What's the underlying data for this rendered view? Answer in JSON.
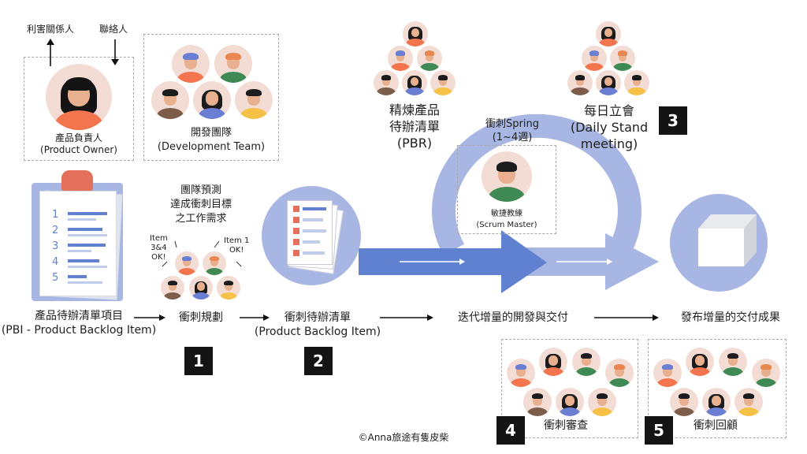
{
  "product_owner": {
    "stakeholder_label": "利害關係人",
    "contact_label": "聯絡人",
    "name_zh": "產品負責人",
    "name_en": "(Product Owner)"
  },
  "dev_team": {
    "name_zh": "開發團隊",
    "name_en": "(Development Team)"
  },
  "backlog_item": {
    "list_numbers": [
      "1",
      "2",
      "3",
      "4",
      "5"
    ],
    "label_zh": "產品待辦清單項目",
    "label_en": "(PBI - Product Backlog Item)"
  },
  "sprint_planning": {
    "forecast_lines": [
      "團隊預測",
      "達成衝刺目標",
      "之工作需求"
    ],
    "bubble_left_lines": [
      "Item",
      "3&4",
      "OK!"
    ],
    "bubble_right_lines": [
      "Item 1",
      "OK!"
    ],
    "label": "衝刺規劃",
    "step": "1"
  },
  "sprint_backlog": {
    "label_zh": "衝刺待辦清單",
    "label_en": "(Product Backlog Item)",
    "step": "2"
  },
  "refinement": {
    "lines": [
      "精煉產品",
      "待辦清單",
      "(PBR)"
    ]
  },
  "sprint": {
    "label": "衝刺Spring",
    "duration": "(1~4週)"
  },
  "scrum_master": {
    "name_zh": "敏捷教練",
    "name_en": "(Scrum Master)"
  },
  "daily_standup": {
    "lines": [
      "每日立會",
      "(Daily Stand",
      "meeting)"
    ],
    "step": "3"
  },
  "iterative_dev": {
    "label": "迭代增量的開發與交付"
  },
  "increment": {
    "label": "發布增量的交付成果"
  },
  "sprint_review": {
    "label": "衝刺審查",
    "step": "4"
  },
  "retrospective": {
    "label": "衝刺回顧",
    "step": "5"
  },
  "footer": {
    "copyright": "©Anna旅途有隻皮柴"
  },
  "colors": {
    "cycle_blue": "#a7b6e3",
    "arrow_blue": "#5f81cf",
    "light_blue": "#c1ccec",
    "clipboard_red": "#e2705a",
    "skin": "#e8b08f",
    "avatar_bg": "#f2dcd3"
  }
}
